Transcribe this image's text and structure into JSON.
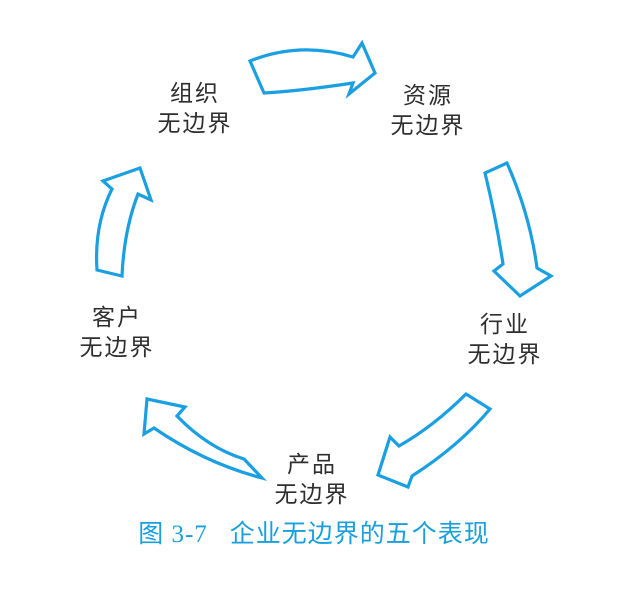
{
  "figure": {
    "caption": {
      "number": "图 3-7",
      "title": "企业无边界的五个表现"
    }
  },
  "nodes": [
    {
      "id": "organization",
      "line1": "组织",
      "line2": "无边界"
    },
    {
      "id": "resource",
      "line1": "资源",
      "line2": "无边界"
    },
    {
      "id": "industry",
      "line1": "行业",
      "line2": "无边界"
    },
    {
      "id": "product",
      "line1": "产品",
      "line2": "无边界"
    },
    {
      "id": "customer",
      "line1": "客户",
      "line2": "无边界"
    }
  ],
  "cycle_order": [
    "组织无边界",
    "资源无边界",
    "行业无边界",
    "产品无边界",
    "客户无边界"
  ],
  "colors": {
    "arrow": "#1a9fe1",
    "caption": "#189fdd",
    "label": "#2e2e2e",
    "background": "#ffffff"
  }
}
